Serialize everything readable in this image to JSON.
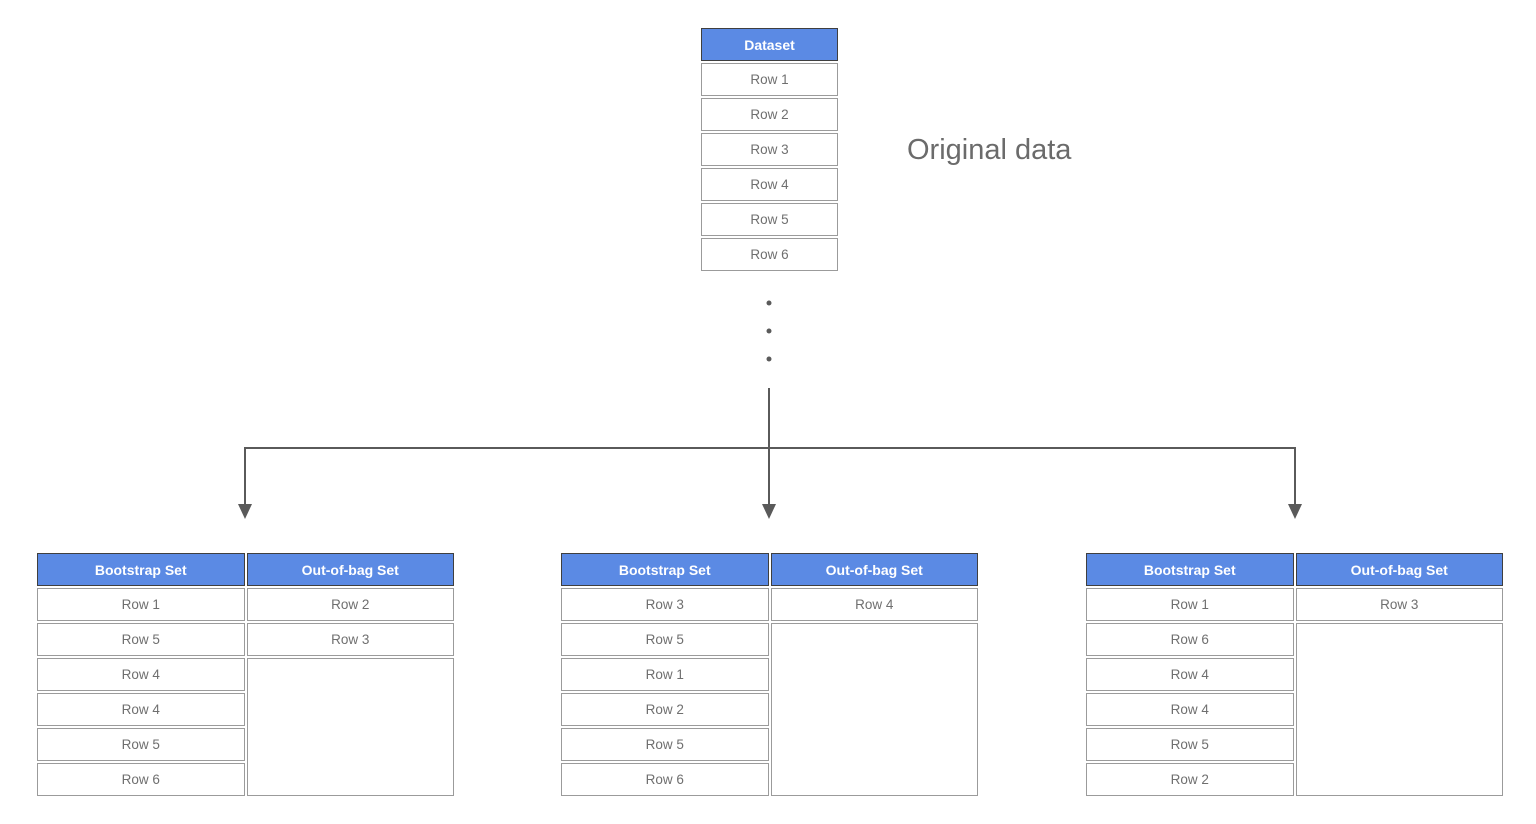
{
  "diagram": {
    "original_label": "Original data",
    "dataset_table": {
      "header": "Dataset",
      "rows": [
        "Row 1",
        "Row 2",
        "Row 3",
        "Row 4",
        "Row 5",
        "Row 6"
      ]
    },
    "bootstrap_tables": [
      {
        "headers": {
          "bootstrap": "Bootstrap Set",
          "oob": "Out-of-bag Set"
        },
        "bootstrap_rows": [
          "Row 1",
          "Row 5",
          "Row 4",
          "Row 4",
          "Row 5",
          "Row 6"
        ],
        "oob_rows": [
          "Row 2",
          "Row 3"
        ]
      },
      {
        "headers": {
          "bootstrap": "Bootstrap Set",
          "oob": "Out-of-bag Set"
        },
        "bootstrap_rows": [
          "Row 3",
          "Row 5",
          "Row 1",
          "Row 2",
          "Row 5",
          "Row 6"
        ],
        "oob_rows": [
          "Row 4"
        ]
      },
      {
        "headers": {
          "bootstrap": "Bootstrap Set",
          "oob": "Out-of-bag Set"
        },
        "bootstrap_rows": [
          "Row 1",
          "Row 6",
          "Row 4",
          "Row 4",
          "Row 5",
          "Row 2"
        ],
        "oob_rows": [
          "Row 3"
        ]
      }
    ],
    "colors": {
      "header_blue": "#5b8ae4",
      "header_border": "#3f3f3f",
      "cell_border": "#9b9b9b",
      "cell_text": "#6f6f6f",
      "connector_gray": "#5a5a5a",
      "label_gray": "#6b6b6b"
    }
  }
}
